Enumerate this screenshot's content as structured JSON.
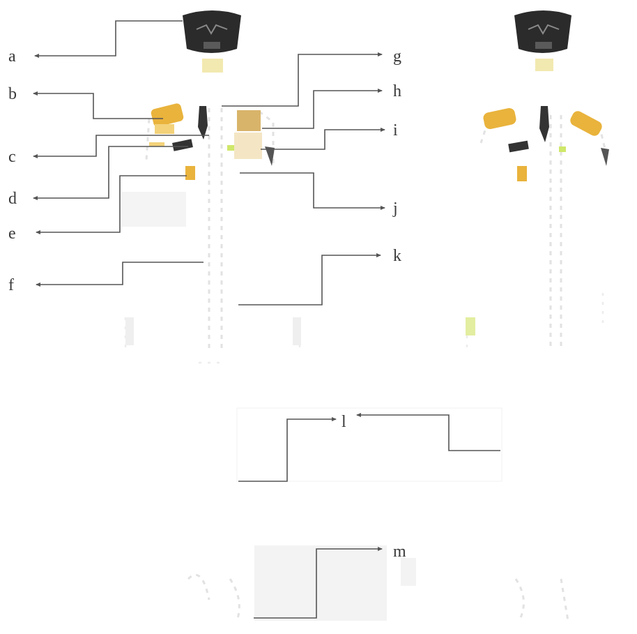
{
  "labels": {
    "a": "a",
    "b": "b",
    "c": "c",
    "d": "d",
    "e": "e",
    "f": "f",
    "g": "g",
    "h": "h",
    "i": "i",
    "j": "j",
    "k": "k",
    "l": "l",
    "m": "m"
  },
  "colors": {
    "background": "#ffffff",
    "text": "#3a3a3a",
    "leader": "#555555",
    "helmet": "#2b2b2b",
    "gold": "#e9b33c",
    "gold_light": "#f3d27a",
    "tan": "#d8b46a",
    "lime": "#cfe86a",
    "dark_tie": "#333333",
    "ghost": "#e2e2e2"
  }
}
